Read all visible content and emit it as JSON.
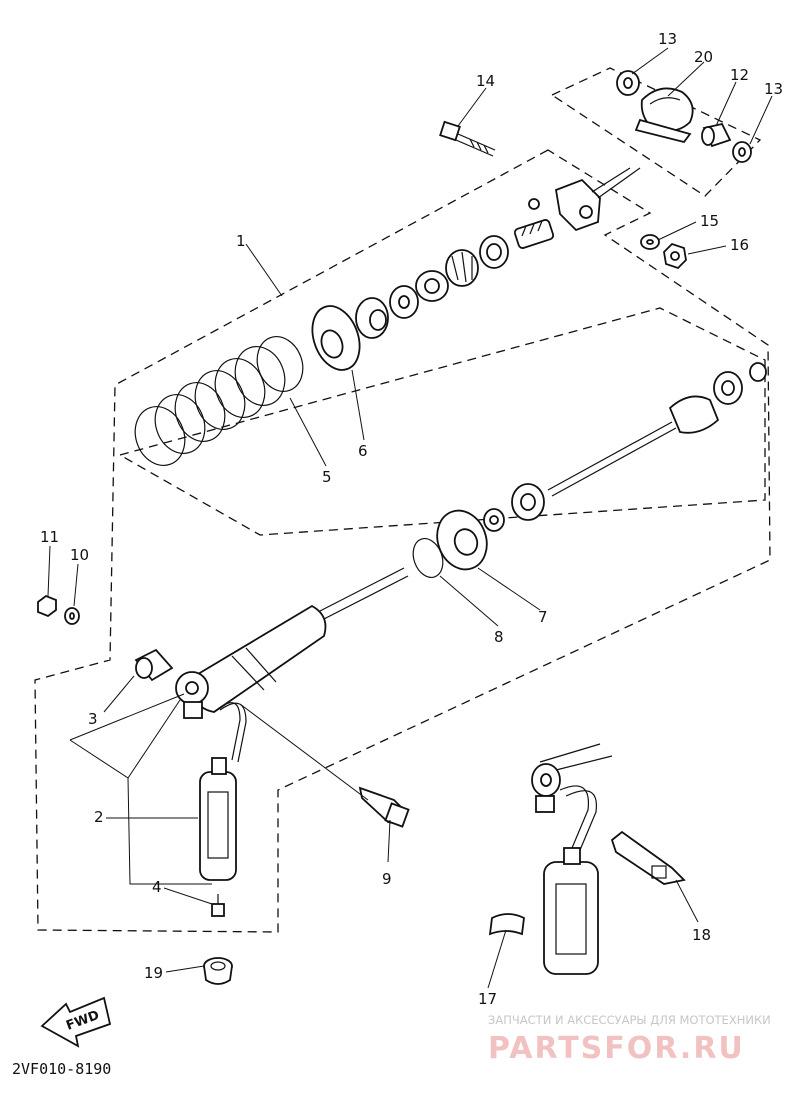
{
  "diagram": {
    "code": "2VF010-8190",
    "fwd_label": "FWD",
    "callouts": [
      {
        "id": "1",
        "text": "1"
      },
      {
        "id": "2",
        "text": "2"
      },
      {
        "id": "3",
        "text": "3"
      },
      {
        "id": "4",
        "text": "4"
      },
      {
        "id": "5",
        "text": "5"
      },
      {
        "id": "6",
        "text": "6"
      },
      {
        "id": "7",
        "text": "7"
      },
      {
        "id": "8",
        "text": "8"
      },
      {
        "id": "9",
        "text": "9"
      },
      {
        "id": "10",
        "text": "10"
      },
      {
        "id": "11",
        "text": "11"
      },
      {
        "id": "12",
        "text": "12"
      },
      {
        "id": "13a",
        "text": "13"
      },
      {
        "id": "13b",
        "text": "13"
      },
      {
        "id": "14",
        "text": "14"
      },
      {
        "id": "15",
        "text": "15"
      },
      {
        "id": "16",
        "text": "16"
      },
      {
        "id": "17",
        "text": "17"
      },
      {
        "id": "18",
        "text": "18"
      },
      {
        "id": "19",
        "text": "19"
      },
      {
        "id": "20",
        "text": "20"
      }
    ]
  },
  "watermark": {
    "tagline": "ЗАПЧАСТИ И АКСЕССУАРЫ ДЛЯ МОТОТЕХНИКИ",
    "brand": "PARTSFOR.RU"
  }
}
